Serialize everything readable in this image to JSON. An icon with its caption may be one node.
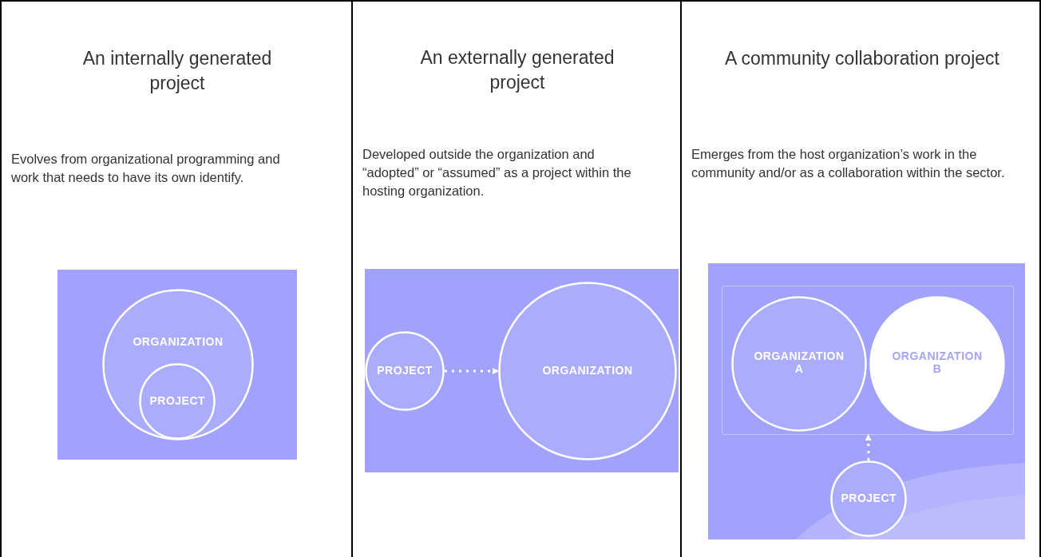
{
  "diagram": {
    "nodes": [
      {
        "text": [
          "An internally generated project",
          "Evolves from organizational programming and work that needs to have its own identify."
        ]
      },
      {
        "text": [
          "ORGANIZATION"
        ],
        "in": 0
      },
      {
        "text": [
          "PROJECT"
        ],
        "in": 1
      },
      {
        "text": [
          "An externally generated project",
          "Developed outside the organization and “adopted” or “assumed” as a project within the hosting organization."
        ]
      },
      {
        "text": [
          "PROJECT"
        ],
        "in": 3
      },
      {
        "text": [
          "ORGANIZATION"
        ],
        "in": 3
      },
      {
        "text": [
          "A community collaboration project",
          "Emerges from the host organization’s work in the community and/or as a collaboration within the sector."
        ]
      },
      {
        "text": [],
        "shape": "box",
        "in": 6
      },
      {
        "text": [
          "ORGANIZATION A"
        ],
        "in": 7
      },
      {
        "text": [
          "ORGANIZATION B"
        ],
        "in": 7
      },
      {
        "text": [
          "PROJECT"
        ],
        "in": 6
      }
    ],
    "edges": [
      {
        "from": 4,
        "to": 5,
        "arrow": "to",
        "style": "dashed"
      },
      {
        "from": 10,
        "to": 7,
        "arrow": "to",
        "style": "dashed"
      }
    ]
  }
}
